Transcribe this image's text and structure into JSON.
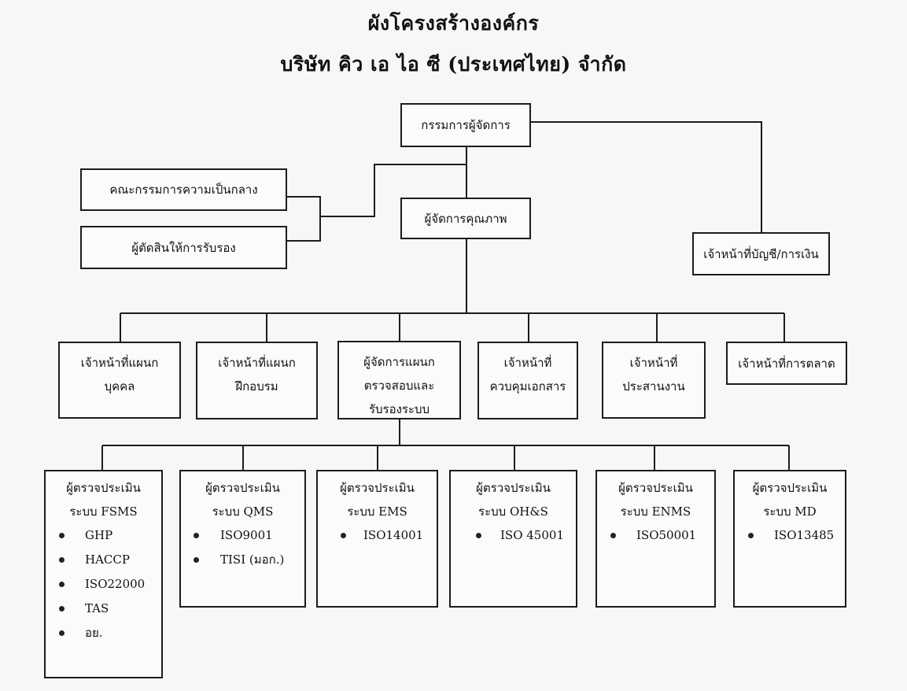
{
  "title": "ผังโครงสร้างองค์กร",
  "company": "บริษัท คิว เอ ไอ ซี (ประเทศไทย) จำกัด",
  "managing_director": "กรรมการผู้จัดการ",
  "impartiality_committee": "คณะกรรมการความเป็นกลาง",
  "certification_decision": "ผู้ตัดสินให้การรับรอง",
  "quality_manager": "ผู้จัดการคุณภาพ",
  "accounting_finance": "เจ้าหน้าที่บัญชี/การเงิน",
  "departments": [
    {
      "lines": [
        "เจ้าหน้าที่แผนก",
        "บุคคล"
      ]
    },
    {
      "lines": [
        "เจ้าหน้าที่แผนก",
        "ฝึกอบรม"
      ]
    },
    {
      "lines": [
        "ผู้จัดการแผนก",
        "ตรวจสอบและ",
        "รับรองระบบ"
      ]
    },
    {
      "lines": [
        "เจ้าหน้าที่",
        "ควบคุมเอกสาร"
      ]
    },
    {
      "lines": [
        "เจ้าหน้าที่",
        "ประสานงาน"
      ]
    },
    {
      "lines": [
        "เจ้าหน้าที่การตลาด"
      ]
    }
  ],
  "auditors": [
    {
      "title": "ผู้ตรวจประเมิน",
      "system": "ระบบ FSMS",
      "items": [
        "GHP",
        "HACCP",
        "ISO22000",
        "TAS",
        "อย."
      ]
    },
    {
      "title": "ผู้ตรวจประเมิน",
      "system": "ระบบ QMS",
      "items": [
        "ISO9001",
        "TISI (มอก.)"
      ]
    },
    {
      "title": "ผู้ตรวจประเมิน",
      "system": "ระบบ EMS",
      "items": [
        "ISO14001"
      ]
    },
    {
      "title": "ผู้ตรวจประเมิน",
      "system": "ระบบ OH&S",
      "items": [
        "ISO 45001"
      ]
    },
    {
      "title": "ผู้ตรวจประเมิน",
      "system": "ระบบ ENMS",
      "items": [
        "ISO50001"
      ]
    },
    {
      "title": "ผู้ตรวจประเมิน",
      "system": "ระบบ MD",
      "items": [
        "ISO13485"
      ]
    }
  ]
}
